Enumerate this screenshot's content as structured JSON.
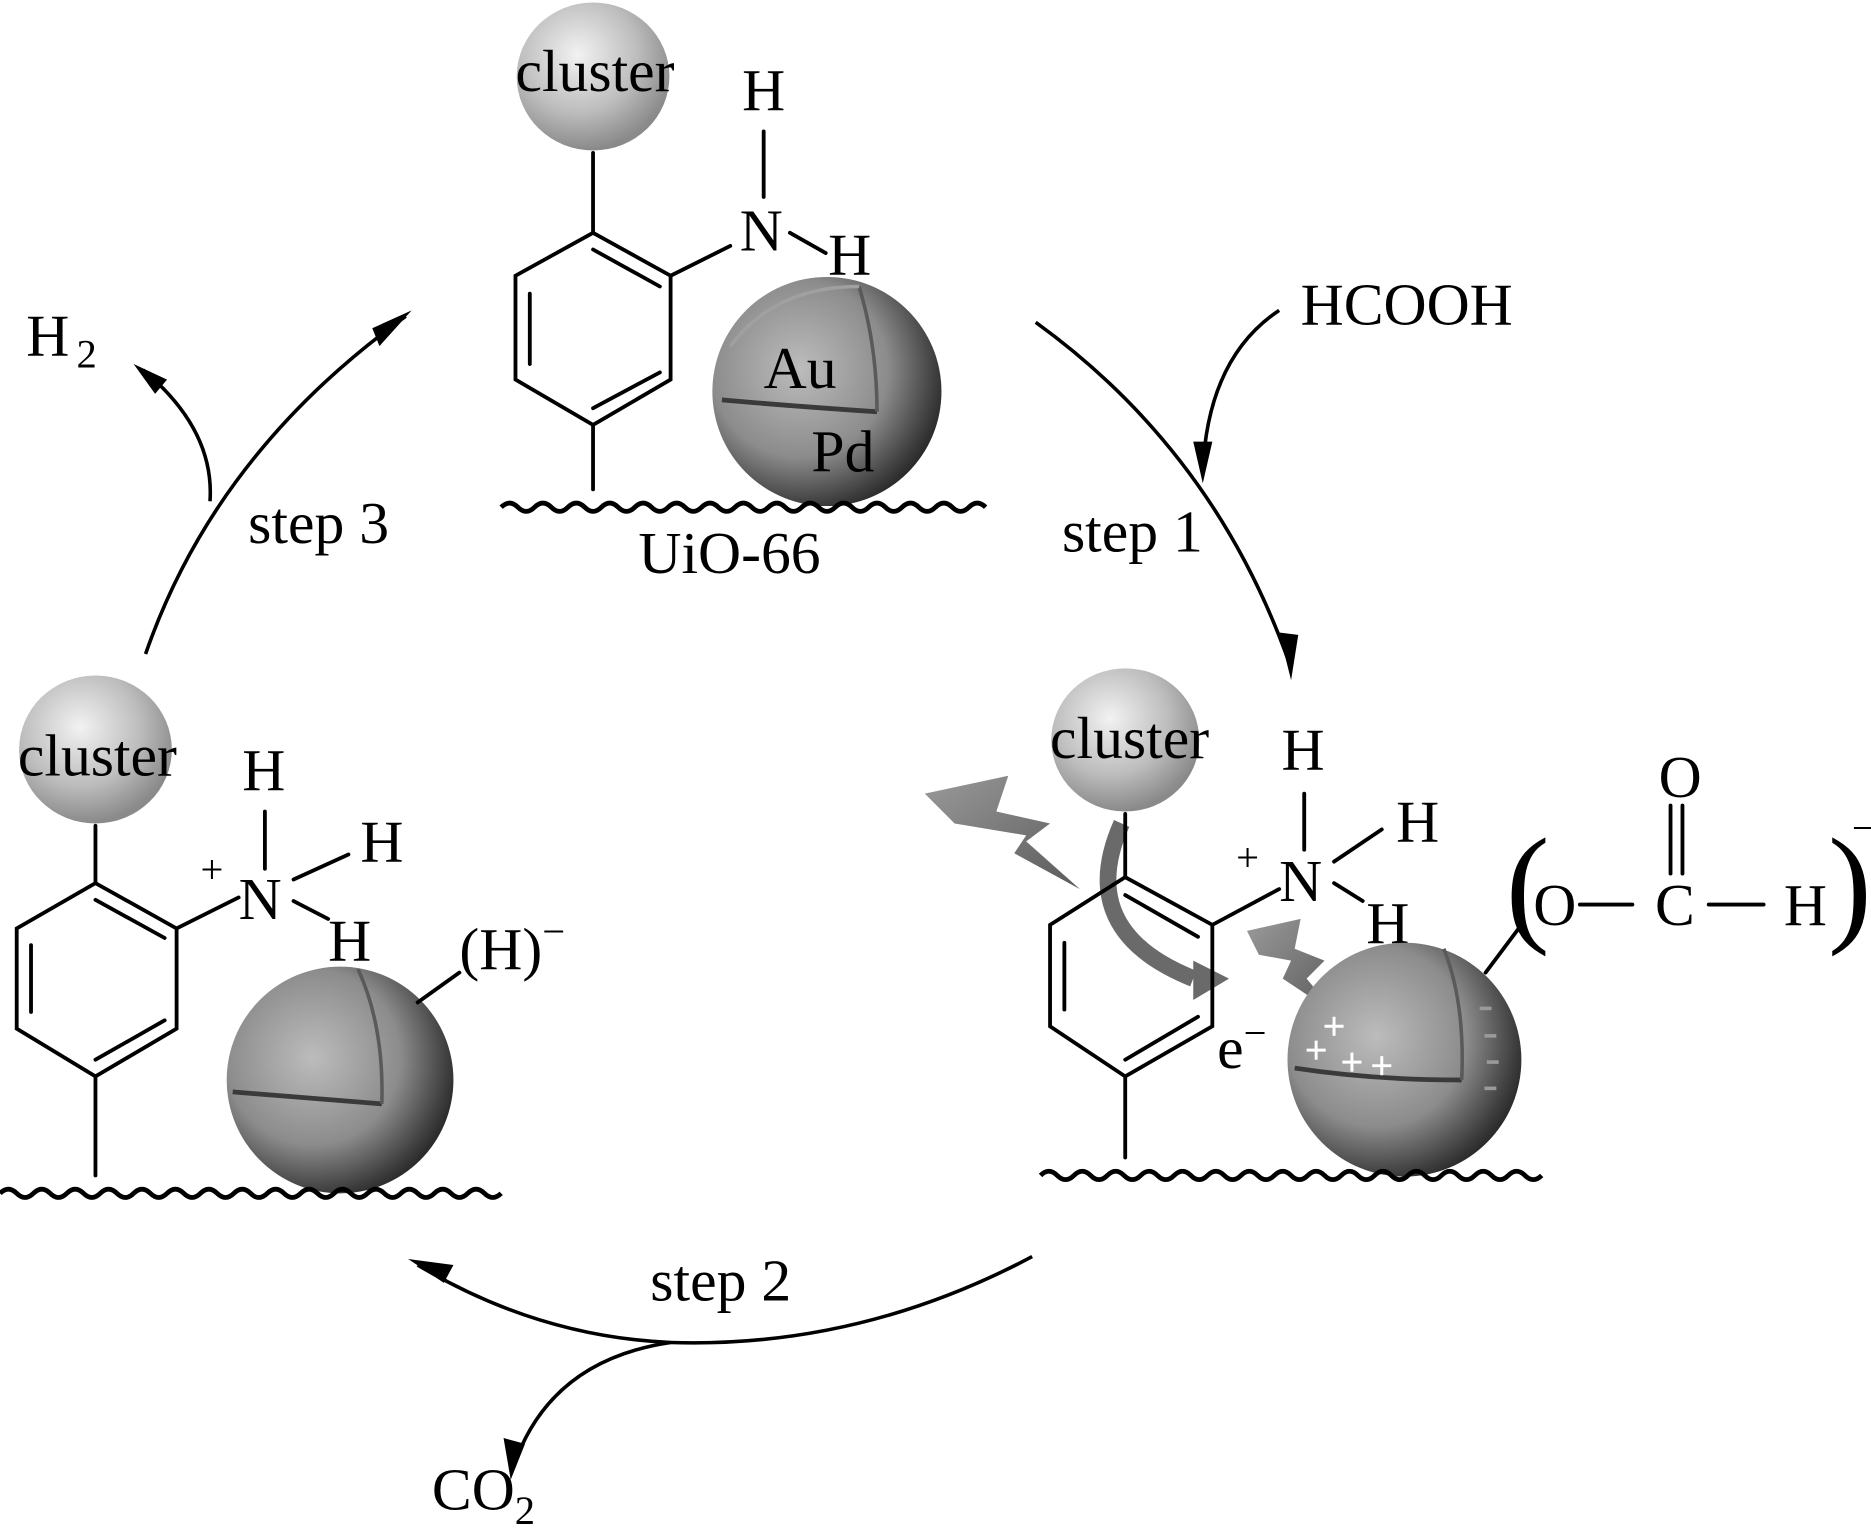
{
  "diagram": {
    "title": "Catalytic cycle of HCOOH dehydrogenation over AuPd nanoparticles on amine-functionalized UiO-66",
    "structures": {
      "top": {
        "cluster_label": "cluster",
        "amine": {
          "N": "N",
          "H_top": "H",
          "H_right": "H"
        },
        "core_label": "Au",
        "shell_label": "Pd",
        "support_label": "UiO-66"
      },
      "right": {
        "cluster_label": "cluster",
        "amine": {
          "charge": "+",
          "N": "N",
          "H_top": "H",
          "H_right": "H",
          "H_bottom": "H"
        },
        "electron_label": "e",
        "electron_charge": "−",
        "formate": {
          "open_paren": "(",
          "O_single": "O",
          "C": "C",
          "O_double": "O",
          "H": "H",
          "close_paren": ")",
          "charge": "−"
        }
      },
      "left": {
        "cluster_label": "cluster",
        "amine": {
          "charge": "+",
          "N": "N",
          "H_top": "H",
          "H_right": "H",
          "H_bottom": "H"
        },
        "hydride": {
          "label": "(H)",
          "charge": "−"
        }
      }
    },
    "steps": [
      {
        "label": "step 1",
        "reactant": "HCOOH"
      },
      {
        "label": "step 2",
        "product": "CO",
        "product_sub": "2"
      },
      {
        "label": "step 3",
        "product": "H",
        "product_sub": "2"
      }
    ],
    "colors": {
      "line": "#000000",
      "cluster_sphere": "#c8c8c8",
      "metal_sphere": "#7a7a7a",
      "background": "#ffffff"
    }
  }
}
